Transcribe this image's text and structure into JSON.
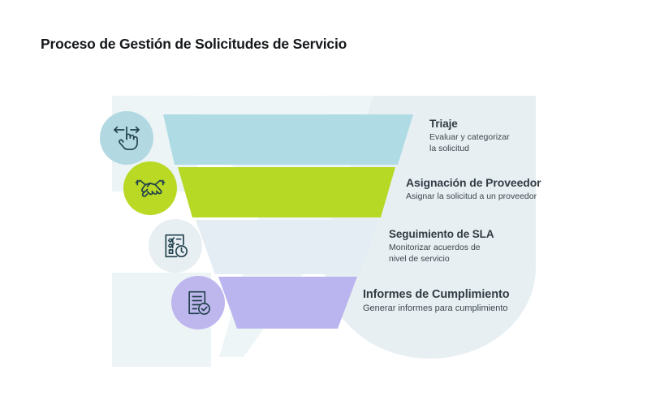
{
  "page": {
    "title": "Proceso de Gestión de Solicitudes de Servicio",
    "background": "#ffffff"
  },
  "colors": {
    "band_1": "#aedbe4",
    "band_2": "#b5d925",
    "band_3": "#e3edf3",
    "band_4": "#bab5ee",
    "backdrop": "#e7eff3",
    "panel": "#edf4f5",
    "icon_stroke": "#23424d",
    "title_text": "#15181a",
    "step_title_text": "#323c43",
    "step_desc_text": "#3d474d"
  },
  "funnel": {
    "steps": [
      {
        "index": 1,
        "title": "Triaje",
        "description": "Evaluar y categorizar\nla solicitud",
        "band_color": "#aedbe4",
        "icon_name": "swipe-hand-icon",
        "icon_bubble_color": "#b2d9e2"
      },
      {
        "index": 2,
        "title": "Asignación de Proveedor",
        "description": "Asignar la solicitud a un proveedor",
        "band_color": "#b5d925",
        "icon_name": "handshake-icon",
        "icon_bubble_color": "#b9d924"
      },
      {
        "index": 3,
        "title": "Seguimiento de SLA",
        "description": "Monitorizar acuerdos de\nnivel de servicio",
        "band_color": "#e3edf3",
        "icon_name": "checklist-clock-icon",
        "icon_bubble_color": "#e7eff3"
      },
      {
        "index": 4,
        "title": "Informes de Cumplimiento",
        "description": "Generar informes para cumplimiento",
        "band_color": "#bab5ee",
        "icon_name": "document-check-icon",
        "icon_bubble_color": "#beb7ee"
      }
    ]
  }
}
